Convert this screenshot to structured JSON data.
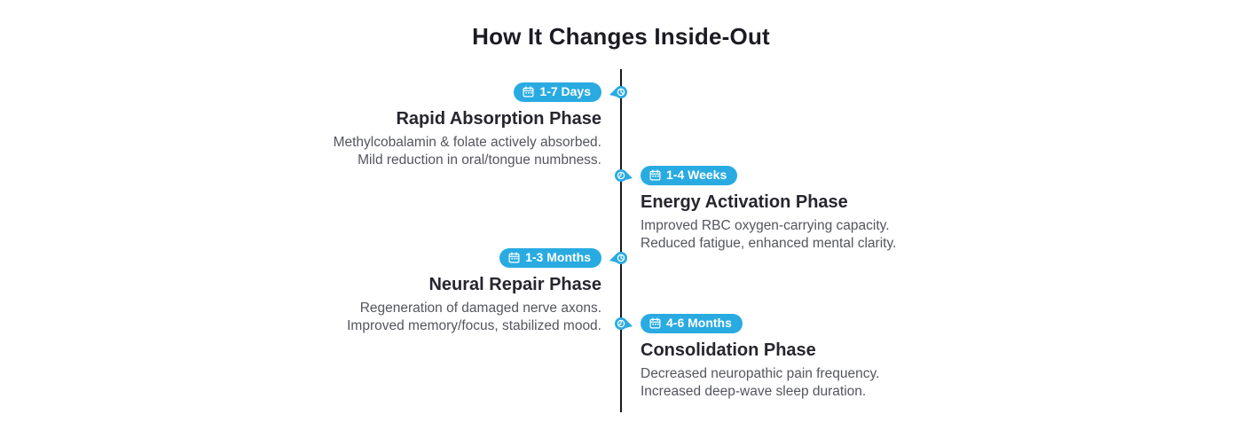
{
  "page": {
    "title": "How It Changes Inside-Out"
  },
  "timeline": {
    "accent_color": "#29abe2",
    "line_color": "#191920",
    "badge_icon": "calendar-icon",
    "marker_icon": "clock-icon",
    "phases": [
      {
        "side": "left",
        "badge": "1-7 Days",
        "title": "Rapid Absorption Phase",
        "desc_lines": [
          "Methylcobalamin & folate actively absorbed.",
          "Mild reduction in oral/tongue numbness."
        ]
      },
      {
        "side": "right",
        "badge": "1-4 Weeks",
        "title": "Energy Activation Phase",
        "desc_lines": [
          "Improved RBC oxygen-carrying capacity.",
          "Reduced fatigue, enhanced mental clarity."
        ]
      },
      {
        "side": "left",
        "badge": "1-3 Months",
        "title": "Neural Repair Phase",
        "desc_lines": [
          "Regeneration of damaged nerve axons.",
          "Improved memory/focus, stabilized mood."
        ]
      },
      {
        "side": "right",
        "badge": "4-6 Months",
        "title": "Consolidation Phase",
        "desc_lines": [
          "Decreased neuropathic pain frequency.",
          "Increased deep-wave sleep duration."
        ]
      }
    ]
  }
}
